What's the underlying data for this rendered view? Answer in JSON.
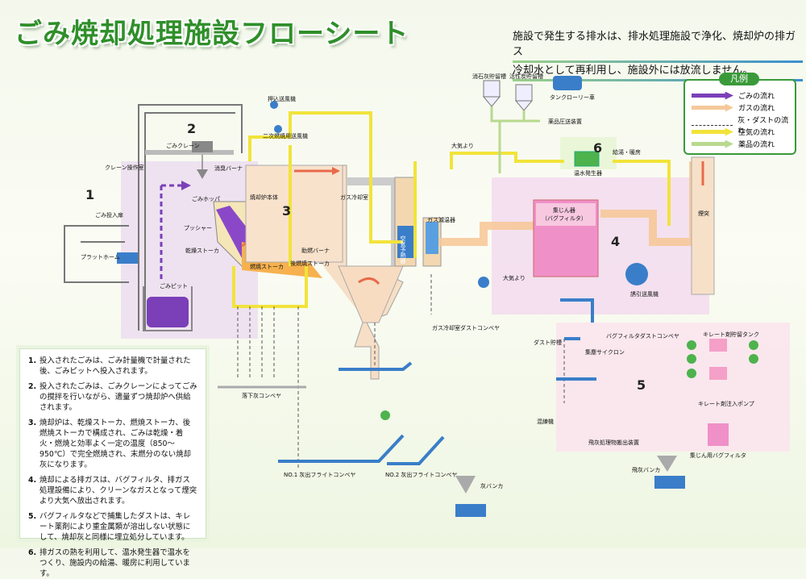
{
  "title": "ごみ焼却処理施設フローシート",
  "note": {
    "line1": "施設で発生する排水は、排水処理施設で浄化、焼却炉の排ガス",
    "line2": "冷却水として再利用し、施設外には放流しません。"
  },
  "legend": {
    "title": "凡例",
    "items": [
      {
        "label": "ごみの流れ",
        "color": "#7b3fb8"
      },
      {
        "label": "ガスの流れ",
        "color": "#f5c89a"
      },
      {
        "label": "灰・ダストの流れ",
        "color": "#333333"
      },
      {
        "label": "空気の流れ",
        "color": "#f2e33a"
      },
      {
        "label": "薬品の流れ",
        "color": "#b8d98f"
      }
    ]
  },
  "areas": [
    "1",
    "2",
    "3",
    "4",
    "5",
    "6"
  ],
  "labels": {
    "crane": "ごみクレーン",
    "crane_room": "クレーン操作室",
    "inlet": "ごみ投入扉",
    "platform": "プラットホーム",
    "pit": "ごみピット",
    "hopper": "ごみホッパ",
    "deodor": "消臭バーナ",
    "furnace": "焼却炉本体",
    "pusher": "プッシャー",
    "dry": "乾燥ストーカ",
    "burn": "燃焼ストーカ",
    "post": "後燃焼ストーカ",
    "burner": "助燃バーナ",
    "gas_cool": "ガス冷却室",
    "air_pre": "空気予熱器",
    "gas_heat": "ガス減温器",
    "bag": "集じん器\n（バグフィルタ）",
    "fan": "誘引送風機",
    "stack": "煙突",
    "push_fan": "押込送風機",
    "sec_fan": "二次燃焼用送風機",
    "dust_conv": "ガス冷却室ダストコンベヤ",
    "chute": "落下灰コンベヤ",
    "ash1": "NO.1 灰出フライトコンベヤ",
    "ash2": "NO.2 灰出フライトコンベヤ",
    "ash_bunker": "灰バンカ",
    "dust_silo": "ダスト貯槽",
    "cyclone": "集塵サイクロン",
    "kneader": "混練機",
    "fly_bunker": "飛灰バンカ",
    "chelate_tank": "キレート剤貯留タンク",
    "truck": "タンクローリー車",
    "ext": "給湯・暖房",
    "hot_water": "温水発生器",
    "lime": "消石灰貯留槽",
    "act": "活性炭貯留槽",
    "chem_conv": "薬品圧送装置",
    "bag_conv": "バグフィルタダストコンベヤ",
    "fly_proc": "飛灰処理物搬出装置",
    "dust_bag": "集じん用バグフィルタ",
    "chelate_pump": "キレート剤注入ポンプ",
    "atm1": "大気より",
    "atm2": "大気より"
  },
  "steps": [
    {
      "n": "1.",
      "t": "投入されたごみは、ごみ計量機で計量された後、ごみピットへ投入されます。"
    },
    {
      "n": "2.",
      "t": "投入されたごみは、ごみクレーンによってごみの撹拌を行いながら、適量ずつ焼却炉へ供給されます。"
    },
    {
      "n": "3.",
      "t": "焼却炉は、乾燥ストーカ、燃焼ストーカ、後燃焼ストーカで構成され、ごみは乾燥・着火・燃焼と効率よく一定の温度（850〜950℃）で完全燃焼され、末燃分のない焼却灰になります。"
    },
    {
      "n": "4.",
      "t": "焼却による排ガスは、バグフィルタ、排ガス処理設備により、クリーンなガスとなって煙突より大気へ放出されます。"
    },
    {
      "n": "5.",
      "t": "バグフィルタなどで捕集したダストは、キレート薬剤により重金属類が溶出しない状態にして、焼却灰と同様に埋立処分しています。"
    },
    {
      "n": "6.",
      "t": "排ガスの熱を利用して、温水発生器で温水をつくり、施設内の給湯、暖房に利用しています。"
    }
  ]
}
